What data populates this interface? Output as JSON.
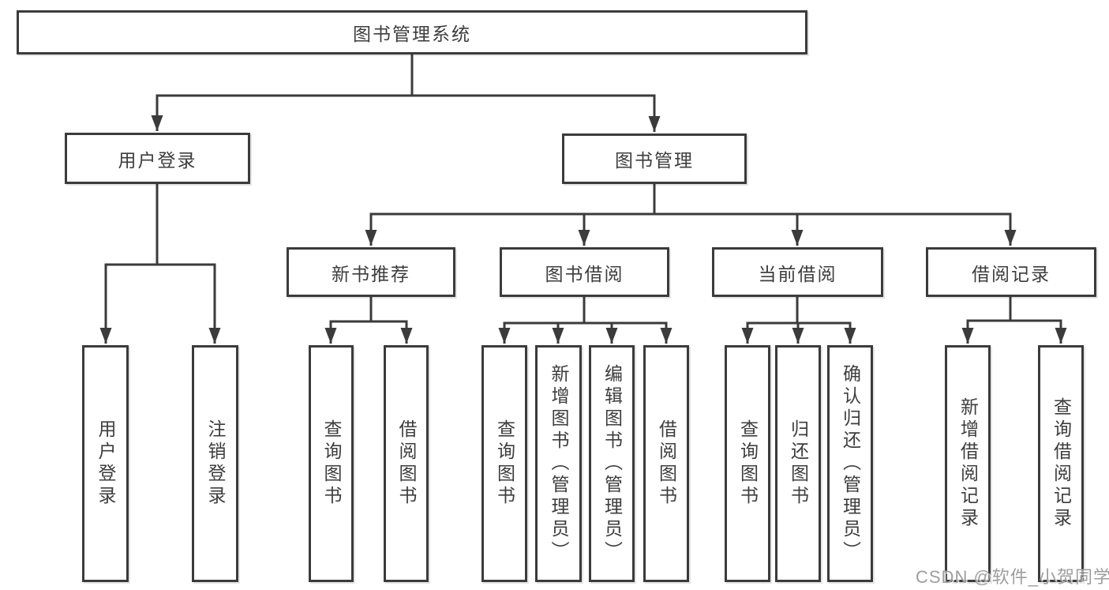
{
  "diagram": {
    "type": "hierarchy",
    "root": {
      "label": "图书管理系统"
    },
    "children": [
      {
        "label": "用户登录",
        "children": [
          {
            "label": "用户登录"
          },
          {
            "label": "注销登录"
          }
        ]
      },
      {
        "label": "图书管理",
        "children": [
          {
            "label": "新书推荐",
            "children": [
              {
                "label": "查询图书"
              },
              {
                "label": "借阅图书"
              }
            ]
          },
          {
            "label": "图书借阅",
            "children": [
              {
                "label": "查询图书"
              },
              {
                "label": "新增图书（管理员）"
              },
              {
                "label": "编辑图书（管理员）"
              },
              {
                "label": "借阅图书"
              }
            ]
          },
          {
            "label": "当前借阅",
            "children": [
              {
                "label": "查询图书"
              },
              {
                "label": "归还图书"
              },
              {
                "label": "确认归还（管理员）"
              }
            ]
          },
          {
            "label": "借阅记录",
            "children": [
              {
                "label": "新增借阅记录"
              },
              {
                "label": "查询借阅记录"
              }
            ]
          }
        ]
      }
    ]
  },
  "watermark": {
    "label": "CSDN @软件_小贺同学"
  },
  "colors": {
    "line": "#3b3b3b",
    "text": "#3d3d3d",
    "watermark": "#9e9e9e",
    "background": "#ffffff"
  }
}
